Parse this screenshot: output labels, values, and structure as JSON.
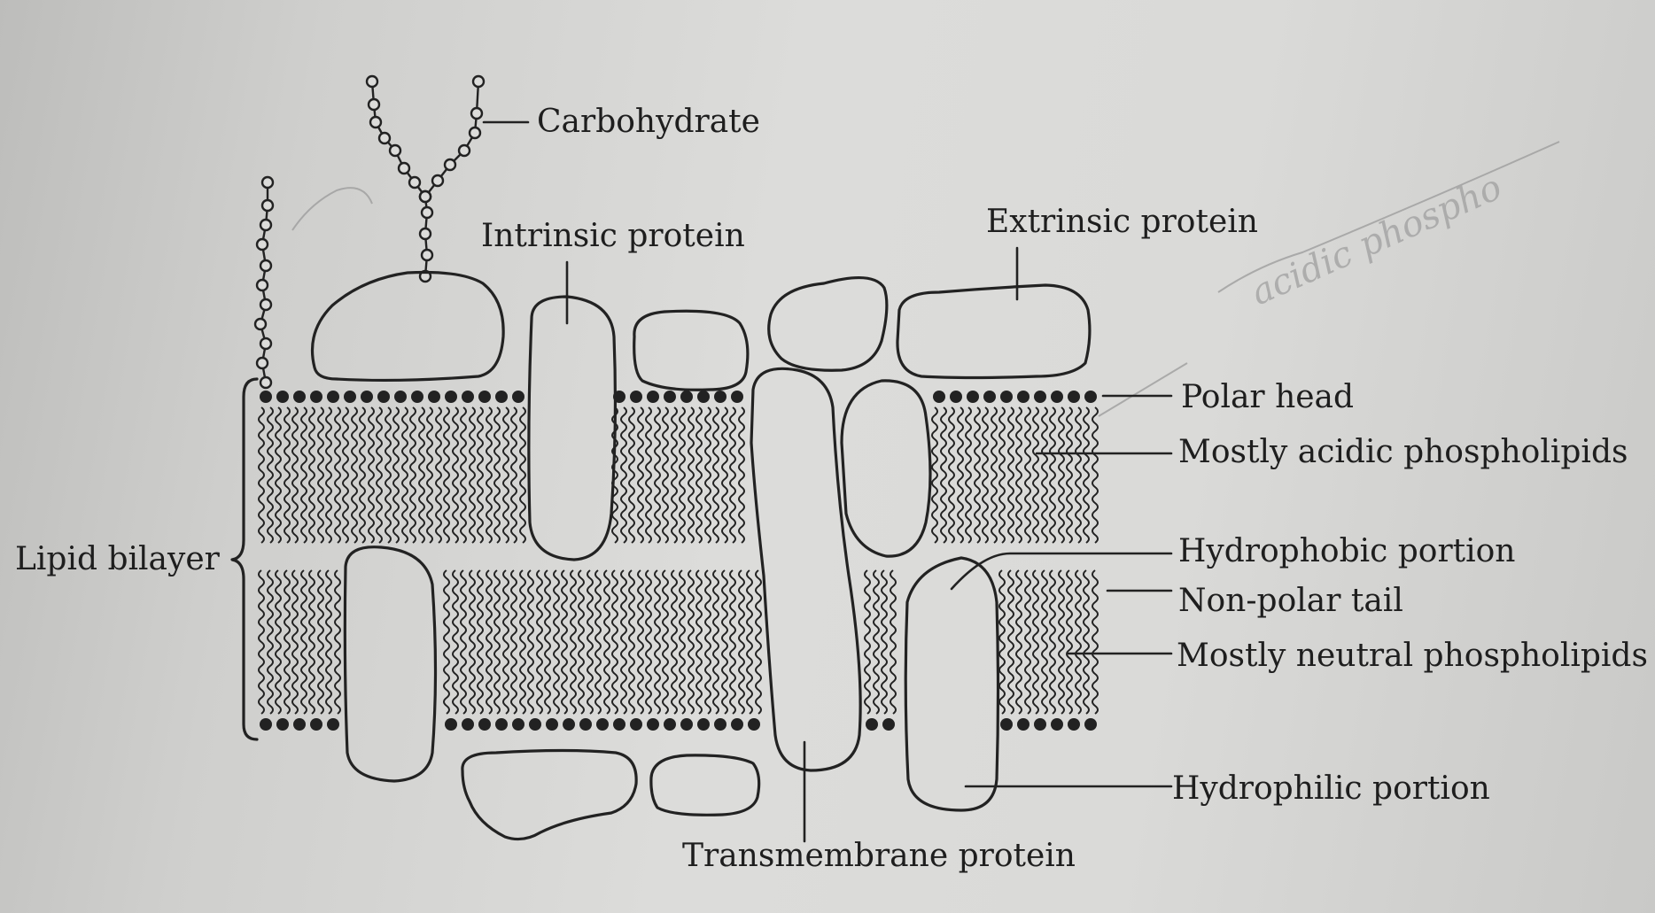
{
  "labels": {
    "carbohydrate": "Carbohydrate",
    "intrinsic_protein": "Intrinsic protein",
    "extrinsic_protein": "Extrinsic protein",
    "polar_head": "Polar head",
    "mostly_acidic": "Mostly acidic phospholipids",
    "hydrophobic": "Hydrophobic portion",
    "non_polar_tail": "Non-polar tail",
    "mostly_neutral": "Mostly neutral phospholipids",
    "hydrophilic": "Hydrophilic portion",
    "transmembrane": "Transmembrane protein",
    "lipid_bilayer": "Lipid bilayer"
  },
  "pencil_note": "acidic phospho",
  "colors": {
    "ink": "#222222",
    "paper": "#d9d9d6",
    "pencil": "#9a9a9a"
  }
}
